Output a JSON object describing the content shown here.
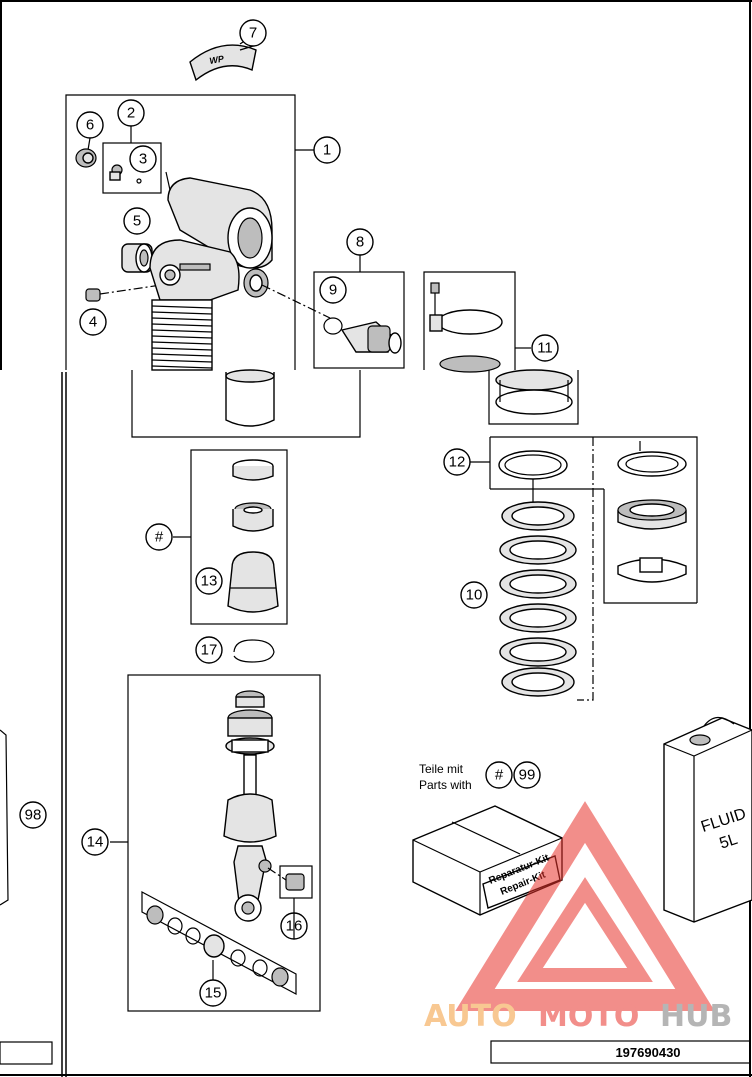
{
  "callouts": {
    "c1": "1",
    "c2": "2",
    "c3": "3",
    "c4": "4",
    "c5": "5",
    "c6": "6",
    "c7": "7",
    "c8": "8",
    "c9": "9",
    "c10": "10",
    "c11": "11",
    "c12": "12",
    "c13": "13",
    "c14": "14",
    "c15": "15",
    "c16": "16",
    "c17": "17",
    "c98": "98",
    "c99": "99",
    "hash": "#",
    "hash2": "#"
  },
  "kit_note": {
    "line1": "Teile mit",
    "line2": "Parts with"
  },
  "repair_box": {
    "line1": "Reparatur-Kit",
    "line2": "Repair-Kit"
  },
  "fluid_can": {
    "line1": "FLUID",
    "line2": "5L"
  },
  "label_7": "WP",
  "drawing_number": "197690430",
  "watermark": {
    "part1": "AUTO",
    "part2": "MOTO",
    "part3": "HUB"
  },
  "colors": {
    "line": "#000000",
    "part_fill": "#e4e4e4",
    "watermark_red": "#e8322b",
    "watermark_gray": "#7a7a7a",
    "watermark_orange": "#f39c3a"
  }
}
